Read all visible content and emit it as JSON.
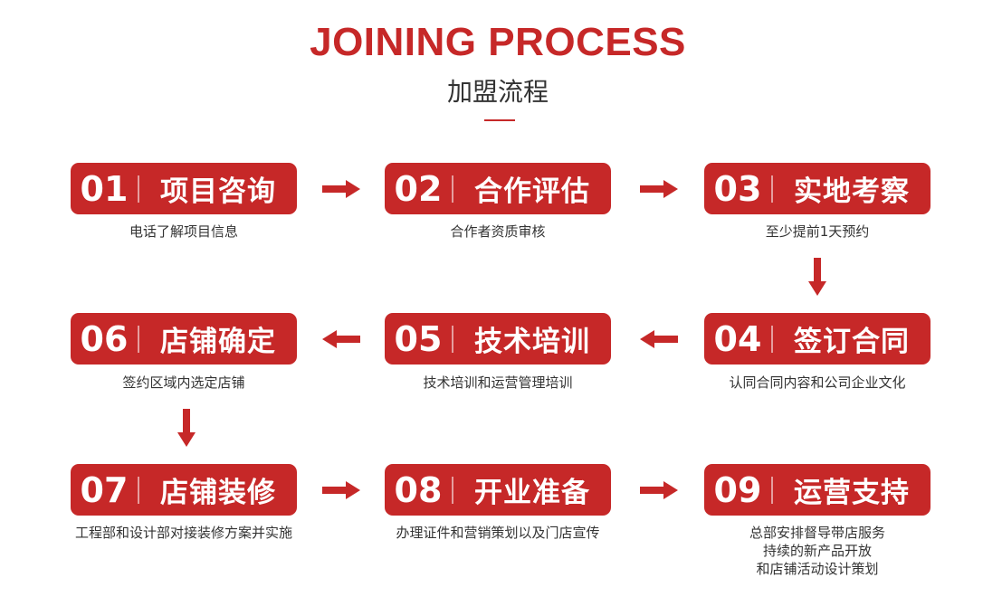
{
  "header": {
    "title": "JOINING PROCESS",
    "subtitle": "加盟流程"
  },
  "colors": {
    "accent": "#c62828",
    "text": "#333333"
  },
  "steps": [
    {
      "num": "01",
      "name": "项目咨询",
      "desc": [
        "电话了解项目信息"
      ]
    },
    {
      "num": "02",
      "name": "合作评估",
      "desc": [
        "合作者资质审核"
      ]
    },
    {
      "num": "03",
      "name": "实地考察",
      "desc": [
        "至少提前1天预约"
      ]
    },
    {
      "num": "04",
      "name": "签订合同",
      "desc": [
        "认同合同内容和公司企业文化"
      ]
    },
    {
      "num": "05",
      "name": "技术培训",
      "desc": [
        "技术培训和运营管理培训"
      ]
    },
    {
      "num": "06",
      "name": "店铺确定",
      "desc": [
        "签约区域内选定店铺"
      ]
    },
    {
      "num": "07",
      "name": "店铺装修",
      "desc": [
        "工程部和设计部对接装修方案并实施"
      ]
    },
    {
      "num": "08",
      "name": "开业准备",
      "desc": [
        "办理证件和营销策划以及门店宣传"
      ]
    },
    {
      "num": "09",
      "name": "运营支持",
      "desc": [
        "总部安排督导带店服务",
        "持续的新产品开放",
        "和店铺活动设计策划"
      ]
    }
  ]
}
